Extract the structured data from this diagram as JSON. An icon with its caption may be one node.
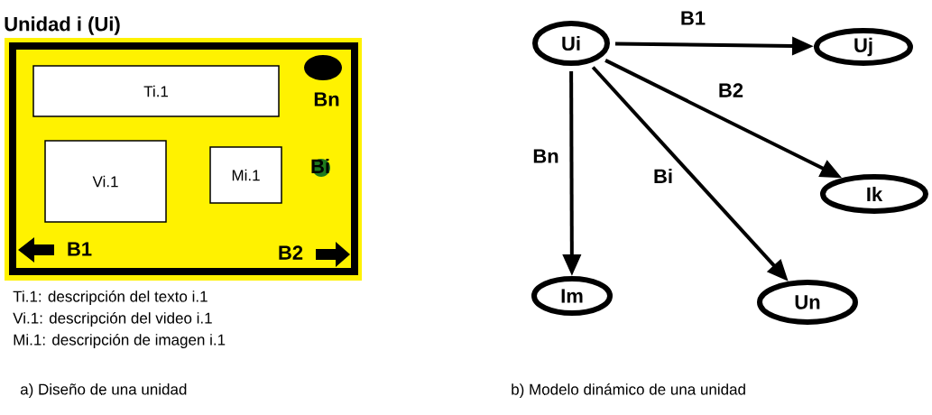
{
  "diagram": {
    "nodes": [
      {
        "text": [
          "Unidad i (Ui)"
        ]
      },
      {
        "text": [
          "Ti.1"
        ],
        "in": 0
      },
      {
        "text": [
          "Vi.1"
        ],
        "in": 0
      },
      {
        "text": [
          "Mi.1"
        ],
        "in": 0
      },
      {
        "text": [
          "Ui"
        ]
      },
      {
        "text": [
          "Uj"
        ]
      },
      {
        "text": [
          "Ik"
        ]
      },
      {
        "text": [
          "Im"
        ]
      },
      {
        "text": [
          "Un"
        ]
      }
    ],
    "edges": [
      {
        "from": 4,
        "to": 5,
        "arrow": "to",
        "label": "B1"
      },
      {
        "from": 4,
        "to": 6,
        "arrow": "to",
        "label": "B2"
      },
      {
        "from": 4,
        "to": 7,
        "arrow": "to",
        "label": "Bn"
      },
      {
        "from": 4,
        "to": 8,
        "arrow": "to",
        "label": "Bi"
      }
    ],
    "labels": [
      "Bn",
      "Bi",
      "B1",
      "B2",
      "Ti.1: descripción del texto i.1",
      "Vi.1: descripción del video i.1",
      "Mi.1: descripción de imagen i.1",
      "a) Diseño de una unidad",
      "b) Modelo dinámico de una unidad"
    ]
  }
}
